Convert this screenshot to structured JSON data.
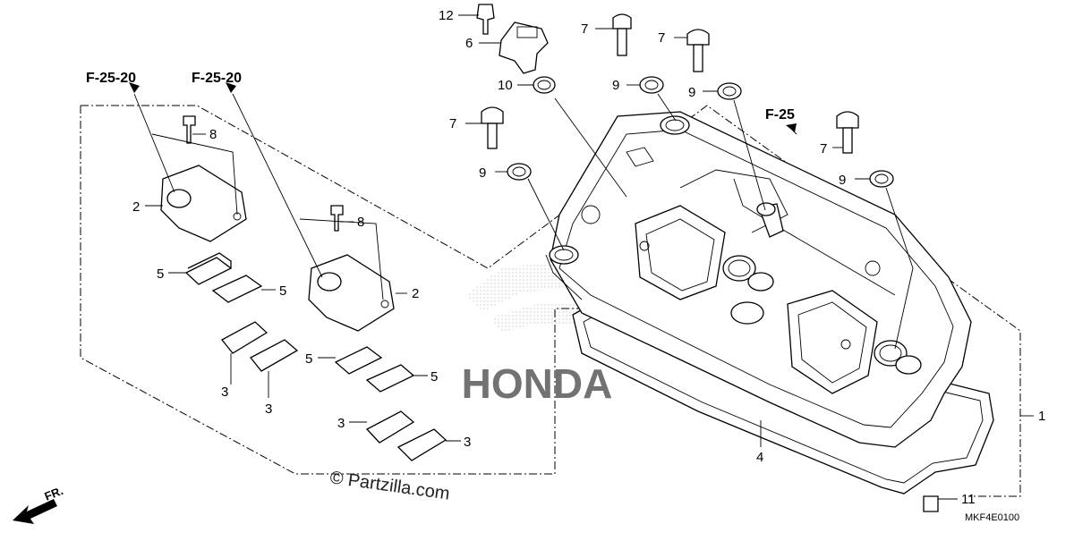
{
  "diagram": {
    "part_labels": [
      "1",
      "2",
      "2",
      "3",
      "3",
      "3",
      "3",
      "4",
      "5",
      "5",
      "5",
      "5",
      "6",
      "7",
      "7",
      "7",
      "7",
      "8",
      "8",
      "9",
      "9",
      "9",
      "9",
      "10",
      "11",
      "12"
    ],
    "ref_labels": [
      "F-25-20",
      "F-25-20",
      "F-25"
    ],
    "front_indicator": "FR.",
    "watermark": "© Partzilla.com",
    "diagram_code": "MKF4E0100",
    "logo_text": "HONDA"
  }
}
